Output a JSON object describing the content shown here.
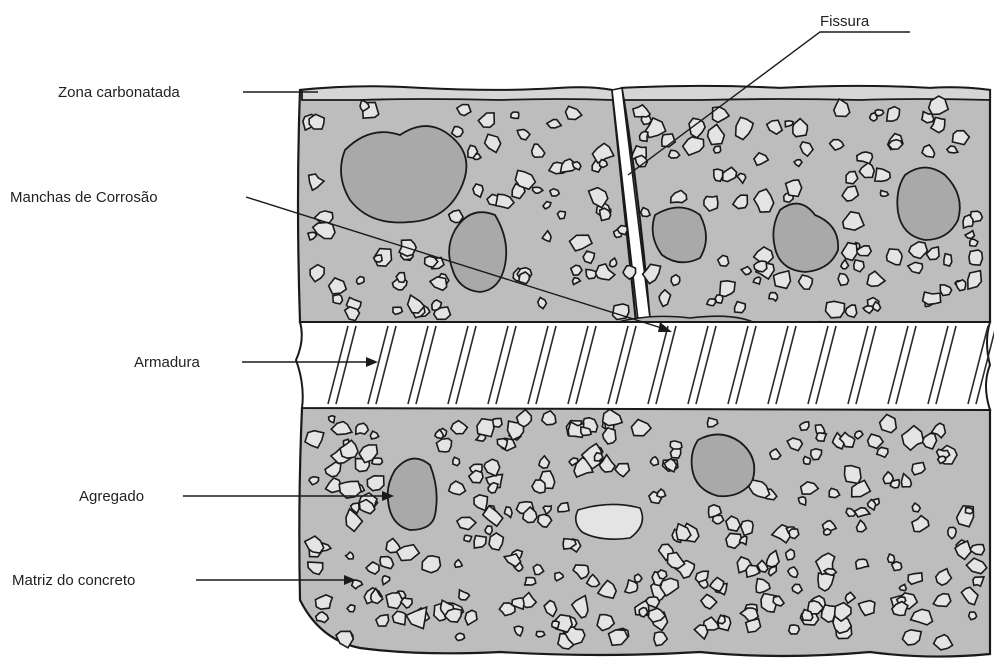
{
  "labels": {
    "fissura": "Fissura",
    "zona_carbonatada": "Zona carbonatada",
    "manchas_corrosao": "Manchas de Corrosão",
    "armadura": "Armadura",
    "agregado": "Agregado",
    "matriz": "Matriz do concreto"
  },
  "colors": {
    "matrix": "#bdbdbd",
    "aggregate_small": "#e4e4e4",
    "aggregate_large": "#a9a9a9",
    "ink": "#1a1a1a",
    "rebar": "#ffffff"
  }
}
